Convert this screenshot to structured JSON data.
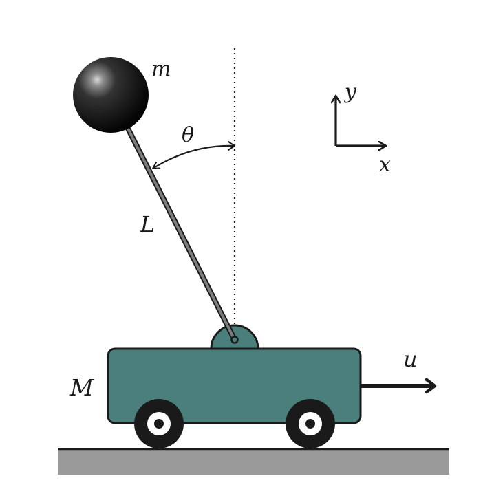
{
  "labels": {
    "pendulum_mass": "m",
    "angle": "θ",
    "rod_length": "L",
    "cart_mass": "M",
    "control_force": "u",
    "axis_y": "y",
    "axis_x": "x"
  },
  "colors": {
    "cart_fill": "#4a7f7c",
    "outline": "#1a1a1a",
    "ground": "#9a9a9a",
    "rod": "#7d7d7d",
    "bob": "#111111"
  }
}
